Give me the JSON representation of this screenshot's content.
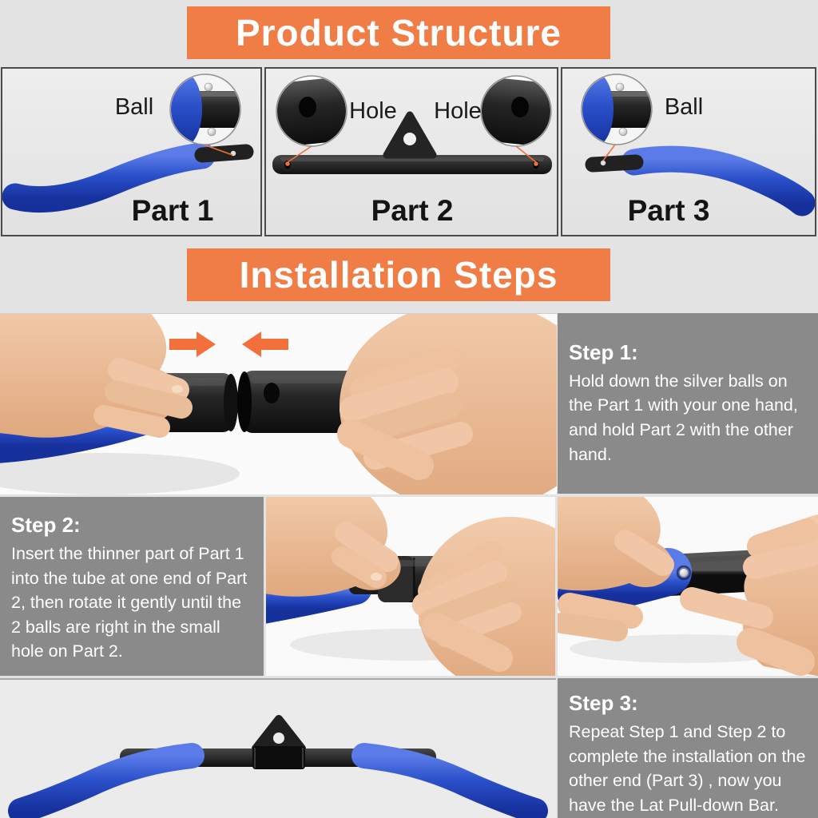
{
  "banners": {
    "product_structure": "Product Structure",
    "installation_steps": "Installation Steps"
  },
  "product_structure": {
    "parts": [
      {
        "label": "Part 1",
        "callout": "Ball"
      },
      {
        "label": "Part 2",
        "callouts": [
          "Hole",
          "Hole"
        ]
      },
      {
        "label": "Part 3",
        "callout": "Ball"
      }
    ]
  },
  "installation_steps": {
    "steps": [
      {
        "title": "Step 1:",
        "body": "Hold down the silver balls on the Part 1 with your one hand, and hold Part 2 with the other hand."
      },
      {
        "title": "Step 2:",
        "body": "Insert the thinner part of Part 1 into the tube at one end of Part 2, then rotate it gently until the 2 balls are right in the small hole on Part 2."
      },
      {
        "title": "Step 3:",
        "body": "Repeat Step 1 and Step 2 to complete the installation on the other end (Part 3) , now you have the Lat Pull-down Bar."
      }
    ]
  },
  "colors": {
    "banner_orange": "#F07C46",
    "arrow_orange": "#F4703A",
    "handle_blue": "#2A50CA",
    "bar_black": "#1C1C1C",
    "step_panel_gray": "#8A8A8A",
    "page_background": "#E3E3E3"
  }
}
